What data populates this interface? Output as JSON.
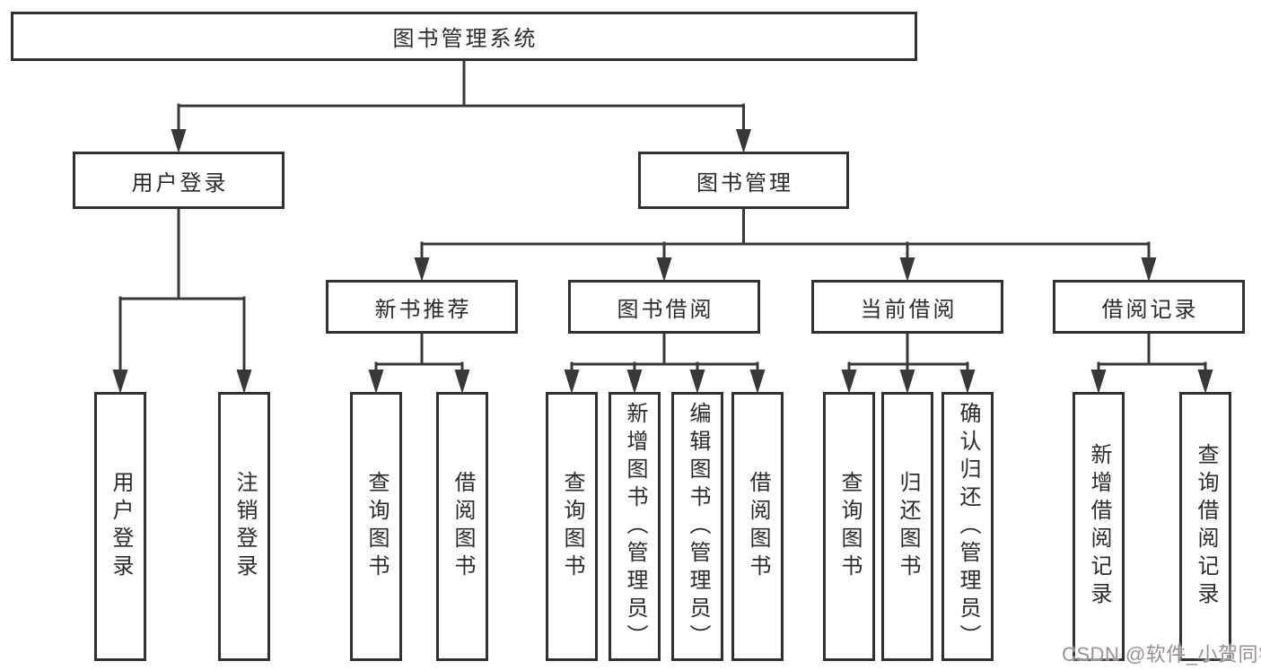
{
  "diagram_title": "图书管理系统",
  "tree": {
    "id": "root",
    "label": "图书管理系统",
    "children": [
      {
        "id": "user-login",
        "label": "用户登录",
        "children": [
          {
            "id": "leaf-user-login",
            "label": "用户登录"
          },
          {
            "id": "leaf-logout",
            "label": "注销登录"
          }
        ]
      },
      {
        "id": "book-mgmt",
        "label": "图书管理",
        "children": [
          {
            "id": "new-book",
            "label": "新书推荐",
            "children": [
              {
                "id": "leaf-query-book-1",
                "label": "查询图书"
              },
              {
                "id": "leaf-borrow-book-1",
                "label": "借阅图书"
              }
            ]
          },
          {
            "id": "book-borrow",
            "label": "图书借阅",
            "children": [
              {
                "id": "leaf-query-book-2",
                "label": "查询图书"
              },
              {
                "id": "leaf-add-book",
                "label": "新增图书（管理员）"
              },
              {
                "id": "leaf-edit-book",
                "label": "编辑图书（管理员）"
              },
              {
                "id": "leaf-borrow-book-2",
                "label": "借阅图书"
              }
            ]
          },
          {
            "id": "current-borrow",
            "label": "当前借阅",
            "children": [
              {
                "id": "leaf-query-book-3",
                "label": "查询图书"
              },
              {
                "id": "leaf-return-book",
                "label": "归还图书"
              },
              {
                "id": "leaf-confirm-return",
                "label": "确认归还（管理员）"
              }
            ]
          },
          {
            "id": "borrow-record",
            "label": "借阅记录",
            "children": [
              {
                "id": "leaf-add-record",
                "label": "新增借阅记录"
              },
              {
                "id": "leaf-query-record",
                "label": "查询借阅记录"
              }
            ]
          }
        ]
      }
    ]
  },
  "watermark": {
    "text": "CSDN @软件_小贺同学"
  },
  "colors": {
    "line": "#383838",
    "box_border": "#313131",
    "text": "#2b2b2b",
    "watermark": "#9b9191",
    "background": "#ffffff"
  }
}
